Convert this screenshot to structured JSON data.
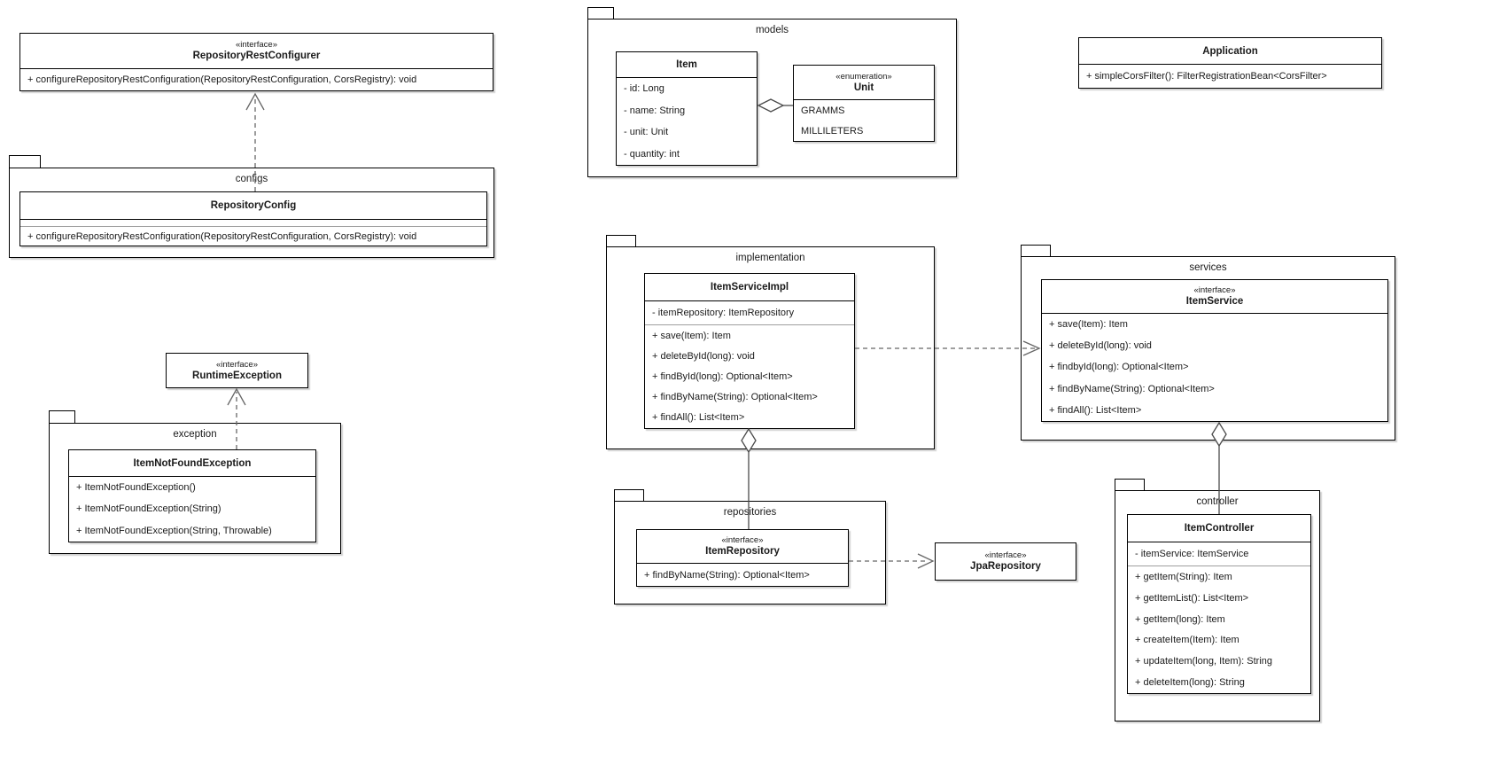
{
  "packages": {
    "configs": "configs",
    "exception": "exception",
    "models": "models",
    "implementation": "implementation",
    "services": "services",
    "repositories": "repositories",
    "controller": "controller"
  },
  "classes": {
    "repositoryRestConfigurer": {
      "stereotype": "«interface»",
      "name": "RepositoryRestConfigurer",
      "methods": [
        "+ configureRepositoryRestConfiguration(RepositoryRestConfiguration, CorsRegistry): void"
      ]
    },
    "repositoryConfig": {
      "name": "RepositoryConfig",
      "methods": [
        "+ configureRepositoryRestConfiguration(RepositoryRestConfiguration, CorsRegistry): void"
      ]
    },
    "runtimeException": {
      "stereotype": "«interface»",
      "name": "RuntimeException"
    },
    "itemNotFoundException": {
      "name": "ItemNotFoundException",
      "methods": [
        "+ ItemNotFoundException()",
        "+ ItemNotFoundException(String)",
        "+ ItemNotFoundException(String, Throwable)"
      ]
    },
    "item": {
      "name": "Item",
      "attributes": [
        "- id: Long",
        "- name: String",
        "- unit: Unit",
        "- quantity: int"
      ]
    },
    "unit": {
      "stereotype": "«enumeration»",
      "name": "Unit",
      "literals": [
        "GRAMMS",
        "MILLILETERS"
      ]
    },
    "application": {
      "name": "Application",
      "methods": [
        "+ simpleCorsFilter(): FilterRegistrationBean<CorsFilter>"
      ]
    },
    "itemServiceImpl": {
      "name": "ItemServiceImpl",
      "attributes": [
        "- itemRepository: ItemRepository"
      ],
      "methods": [
        "+ save(Item): Item",
        "+ deleteById(long): void",
        "+ findById(long): Optional<Item>",
        "+ findByName(String): Optional<Item>",
        "+ findAll(): List<Item>"
      ]
    },
    "itemService": {
      "stereotype": "«interface»",
      "name": "ItemService",
      "methods": [
        "+ save(Item): Item",
        "+ deleteById(long): void",
        "+ findbyId(long): Optional<Item>",
        "+ findByName(String): Optional<Item>",
        "+ findAll(): List<Item>"
      ]
    },
    "itemRepository": {
      "stereotype": "«interface»",
      "name": "ItemRepository",
      "methods": [
        "+ findByName(String): Optional<Item>"
      ]
    },
    "jpaRepository": {
      "stereotype": "«interface»",
      "name": "JpaRepository"
    },
    "itemController": {
      "name": "ItemController",
      "attributes": [
        "- itemService: ItemService"
      ],
      "methods": [
        "+ getItem(String): Item",
        "+ getItemList(): List<Item>",
        "+ getItem(long): Item",
        "+ createItem(Item): Item",
        "+ updateItem(long, Item): String",
        "+ deleteItem(long): String"
      ]
    }
  },
  "relations": [
    {
      "type": "realization",
      "from": "RepositoryConfig",
      "to": "RepositoryRestConfigurer"
    },
    {
      "type": "realization",
      "from": "ItemNotFoundException",
      "to": "RuntimeException"
    },
    {
      "type": "aggregation",
      "from": "Item",
      "to": "Unit"
    },
    {
      "type": "dependency",
      "from": "ItemServiceImpl",
      "to": "ItemService"
    },
    {
      "type": "aggregation",
      "from": "ItemServiceImpl",
      "to": "ItemRepository"
    },
    {
      "type": "dependency",
      "from": "ItemRepository",
      "to": "JpaRepository"
    },
    {
      "type": "aggregation",
      "from": "ItemService",
      "to": "ItemController"
    }
  ],
  "colors": {
    "background": "#ffffff",
    "shape_border": "#000000",
    "divider": "#9e9e9e",
    "dashed_line": "#666666",
    "solid_line": "#4a4a4a",
    "text": "#1a1a1a"
  }
}
